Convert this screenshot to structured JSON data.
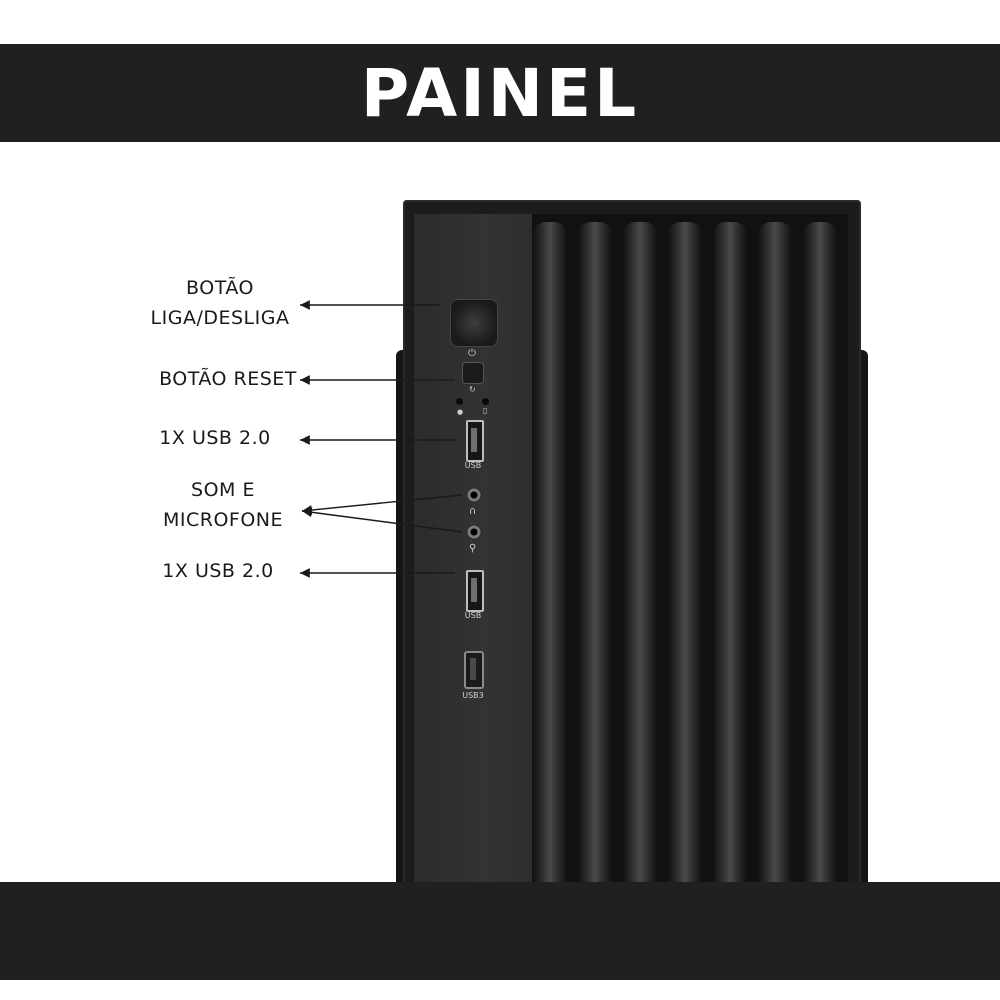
{
  "header": {
    "title": "PAINEL"
  },
  "labels": {
    "power_line1": "BOTÃO",
    "power_line2": "LIGA/DESLIGA",
    "reset": "BOTÃO RESET",
    "usb_top": "1X USB 2.0",
    "audio_line1": "SOM E",
    "audio_line2": "MICROFONE",
    "usb_bottom": "1X USB 2.0"
  },
  "panel": {
    "usb_label": "USB",
    "usb3_label": "USB3"
  },
  "colors": {
    "band": "#1f201f",
    "title": "#ffffff",
    "case": "#1c1c1c"
  },
  "icons": [
    "power-icon",
    "reset-icon",
    "led-indicator",
    "headphone-icon",
    "microphone-icon"
  ]
}
